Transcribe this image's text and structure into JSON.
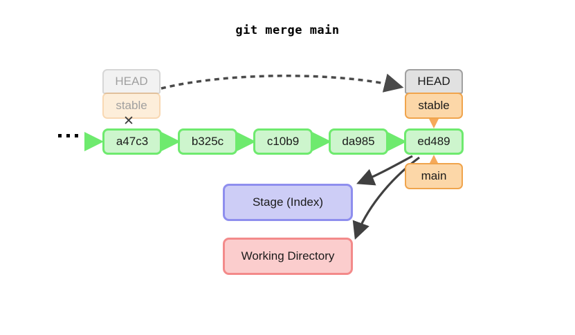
{
  "title": "git merge main",
  "diagram": {
    "type": "git-history",
    "ellipsis": "• • •",
    "x_marker": "✕",
    "commits": [
      {
        "id": "a47c3"
      },
      {
        "id": "b325c"
      },
      {
        "id": "c10b9"
      },
      {
        "id": "da985"
      },
      {
        "id": "ed489"
      }
    ],
    "refs": {
      "head_old": "HEAD",
      "stable_old": "stable",
      "head_new": "HEAD",
      "stable_new": "stable",
      "main": "main"
    },
    "areas": {
      "stage": "Stage (Index)",
      "working_directory": "Working Directory"
    },
    "colors": {
      "commit_fill": "#cdf5cd",
      "commit_border": "#6eea6e",
      "ref_fill": "#fcd7a8",
      "ref_border": "#f0a44c",
      "head_fill": "#e1e1e1",
      "head_border": "#a0a0a0",
      "stage_fill": "#cdcdf6",
      "stage_border": "#8e8eee",
      "workdir_fill": "#fbcdcd",
      "workdir_border": "#f38a8a",
      "arrow_dark": "#404040",
      "arrow_green": "#6eea6e",
      "arrow_orange": "#f5a95a"
    }
  }
}
